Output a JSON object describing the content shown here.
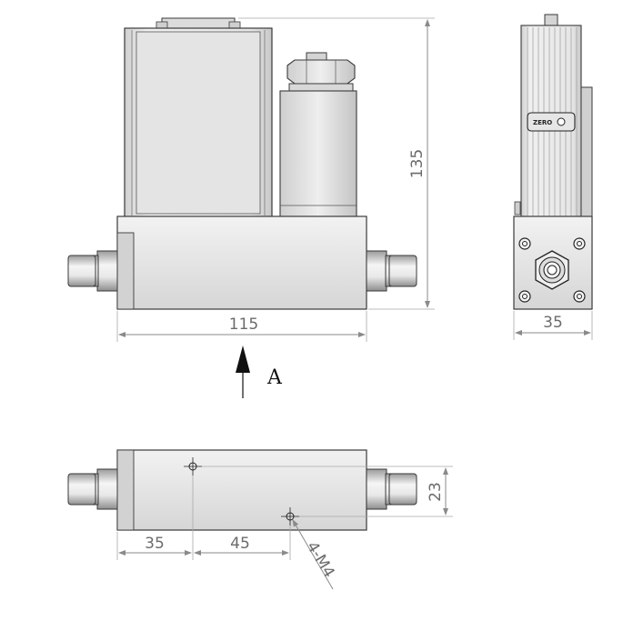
{
  "dimensions": {
    "height_total": "135",
    "width_front": "115",
    "width_side": "35",
    "base_offset": "35",
    "hole_spacing": "45",
    "hole_offset_y": "23",
    "thread_callout": "4-M4"
  },
  "view_label": "A",
  "zero_label": "ZERO",
  "colors": {
    "body_light": "#ececec",
    "body_mid": "#d9d9d9",
    "body_dark": "#bdbdbd",
    "outline": "#3a3a3a",
    "dim_line": "#8a8a8a"
  },
  "icons": [
    "arrow-up-icon",
    "hole-marker-icon"
  ]
}
